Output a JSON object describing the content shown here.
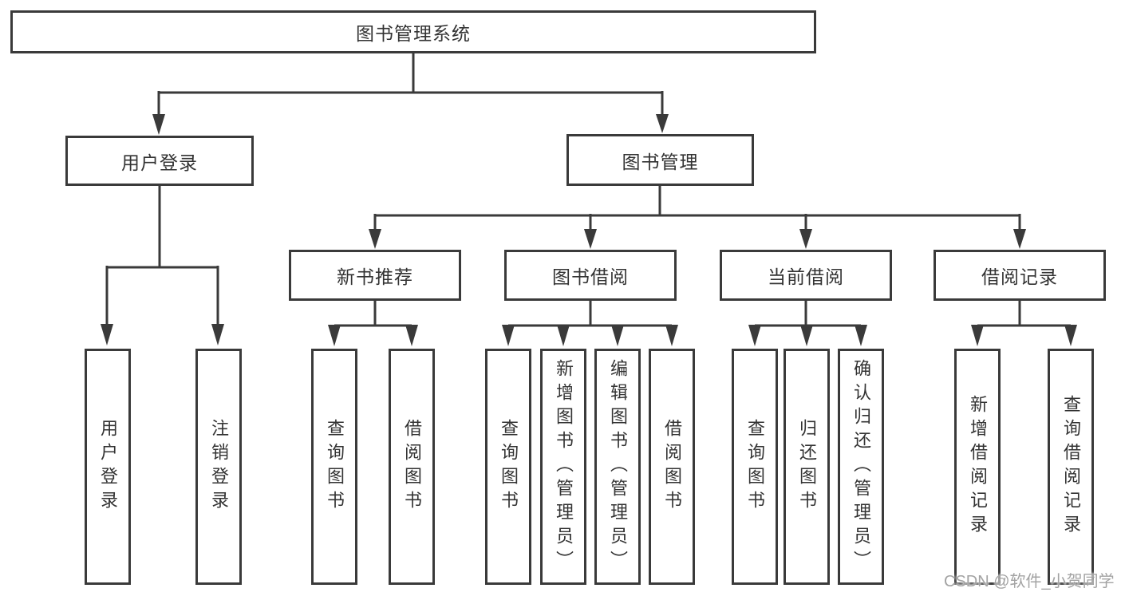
{
  "diagram": {
    "title": "图书管理系统",
    "line_color": "#3a3a3a",
    "root": {
      "label": "图书管理系统"
    },
    "level2": [
      {
        "label": "用户登录"
      },
      {
        "label": "图书管理"
      }
    ],
    "level3": [
      {
        "label": "新书推荐",
        "parent": "图书管理"
      },
      {
        "label": "图书借阅",
        "parent": "图书管理"
      },
      {
        "label": "当前借阅",
        "parent": "图书管理"
      },
      {
        "label": "借阅记录",
        "parent": "图书管理"
      }
    ],
    "leaves": [
      {
        "label": "用户登录",
        "parent": "用户登录"
      },
      {
        "label": "注销登录",
        "parent": "用户登录"
      },
      {
        "label": "查询图书",
        "parent": "新书推荐"
      },
      {
        "label": "借阅图书",
        "parent": "新书推荐"
      },
      {
        "label": "查询图书",
        "parent": "图书借阅"
      },
      {
        "label": "新增图书（管理员）",
        "parent": "图书借阅"
      },
      {
        "label": "编辑图书（管理员）",
        "parent": "图书借阅"
      },
      {
        "label": "借阅图书",
        "parent": "图书借阅"
      },
      {
        "label": "查询图书",
        "parent": "当前借阅"
      },
      {
        "label": "归还图书",
        "parent": "当前借阅"
      },
      {
        "label": "确认归还（管理员）",
        "parent": "当前借阅"
      },
      {
        "label": "新增借阅记录",
        "parent": "借阅记录"
      },
      {
        "label": "查询借阅记录",
        "parent": "借阅记录"
      }
    ],
    "watermark": "CSDN @软件_小贺同学"
  }
}
